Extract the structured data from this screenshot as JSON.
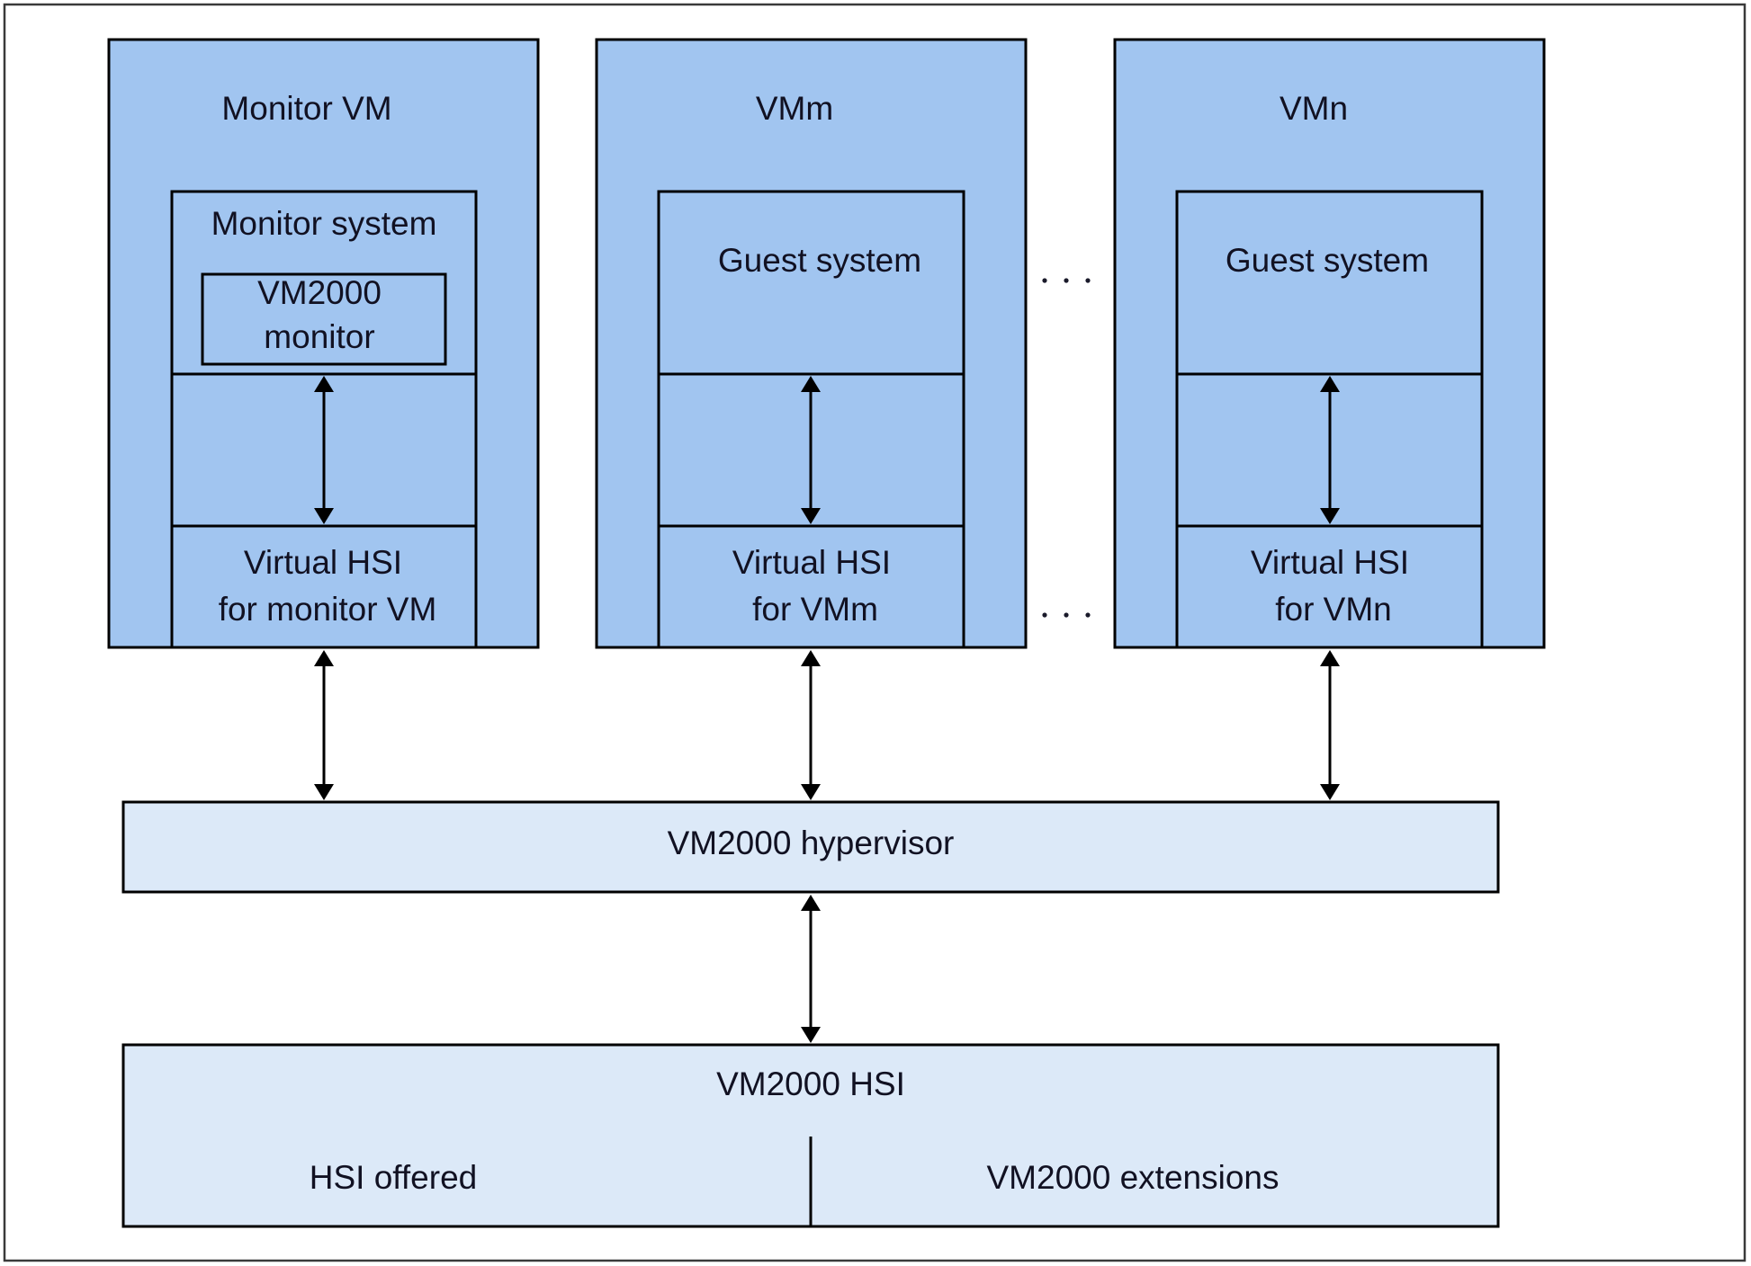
{
  "diagram": {
    "colors": {
      "vm_fill": "#a1c5f0",
      "layer_fill": "#dce9f8",
      "stroke": "#000000",
      "text": "#111122"
    },
    "vms": [
      {
        "title": "Monitor VM",
        "system_label": "Monitor system",
        "component_lines": [
          "VM2000",
          "monitor"
        ],
        "virtual_hsi_lines": [
          "Virtual HSI",
          "for monitor VM"
        ]
      },
      {
        "title": "VMm",
        "system_label": "Guest system",
        "virtual_hsi_lines": [
          "Virtual HSI",
          "for VMm"
        ]
      },
      {
        "title": "VMn",
        "system_label": "Guest system",
        "virtual_hsi_lines": [
          "Virtual HSI",
          "for VMn"
        ]
      }
    ],
    "ellipsis": "...",
    "hypervisor": {
      "label": "VM2000 hypervisor"
    },
    "hsi": {
      "label": "VM2000 HSI",
      "left_label": "HSI offered",
      "right_label": "VM2000 extensions"
    },
    "connections": [
      {
        "from": "Monitor system",
        "to": "Virtual HSI for monitor VM",
        "direction": "bidirectional"
      },
      {
        "from": "Guest system (VMm)",
        "to": "Virtual HSI for VMm",
        "direction": "bidirectional"
      },
      {
        "from": "Guest system (VMn)",
        "to": "Virtual HSI for VMn",
        "direction": "bidirectional"
      },
      {
        "from": "Virtual HSI for monitor VM",
        "to": "VM2000 hypervisor",
        "direction": "bidirectional"
      },
      {
        "from": "Virtual HSI for VMm",
        "to": "VM2000 hypervisor",
        "direction": "bidirectional"
      },
      {
        "from": "Virtual HSI for VMn",
        "to": "VM2000 hypervisor",
        "direction": "bidirectional"
      },
      {
        "from": "VM2000 hypervisor",
        "to": "VM2000 HSI",
        "direction": "bidirectional"
      }
    ]
  }
}
